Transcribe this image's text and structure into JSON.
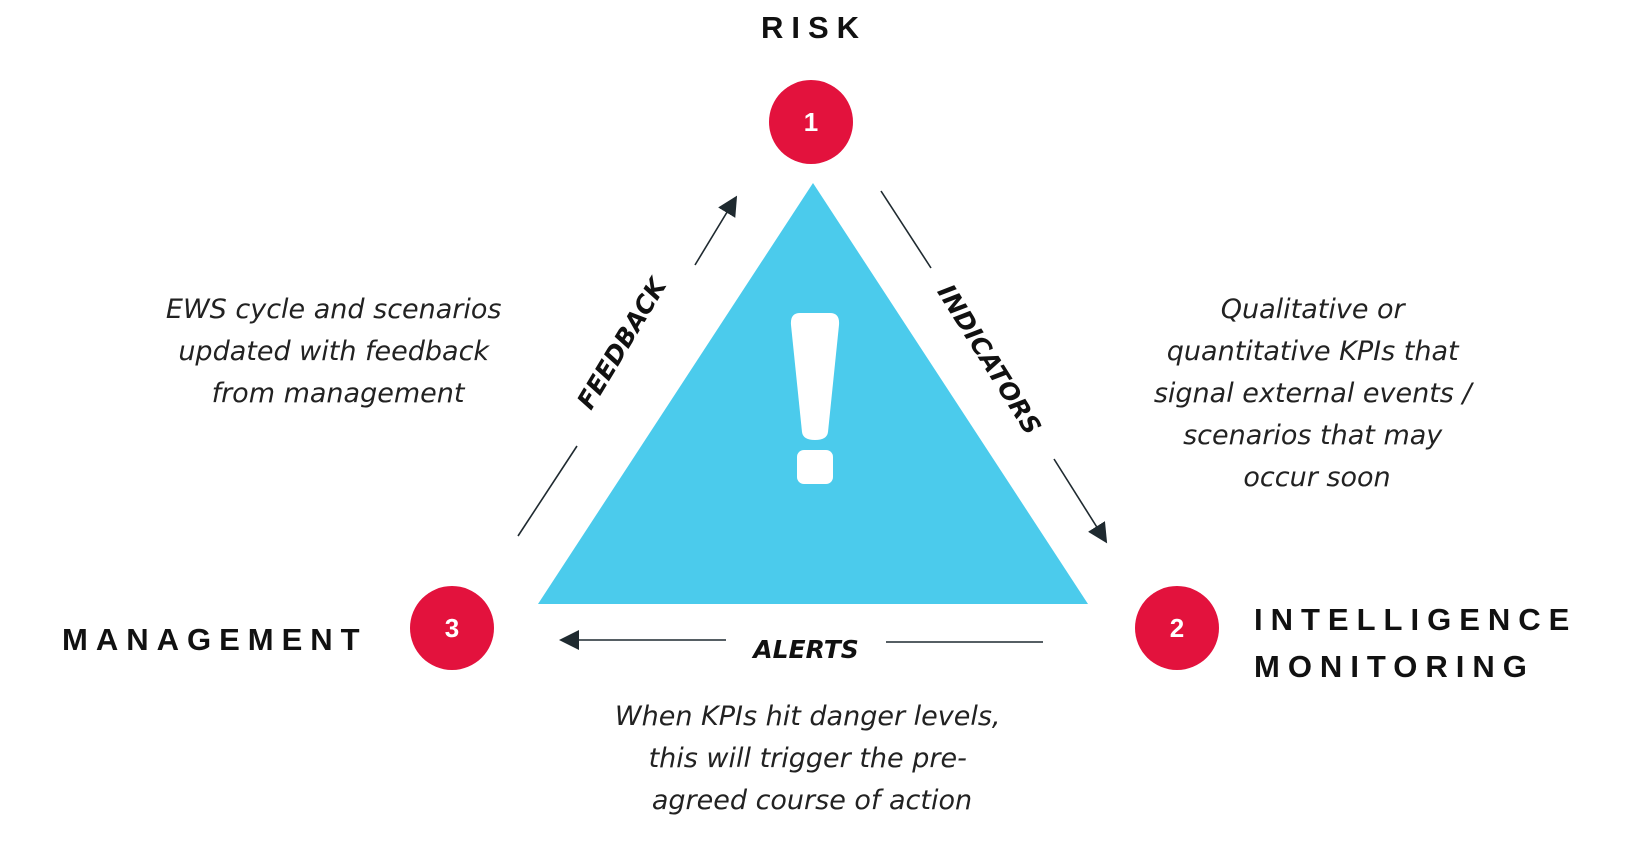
{
  "colors": {
    "triangle": "#4bcbec",
    "node_circle": "#e3123d",
    "arrow": "#1f2a30",
    "text": "#111111"
  },
  "center_icon": "exclamation-icon",
  "nodes": {
    "risk": {
      "number": "1",
      "title": "RISK"
    },
    "intelligence": {
      "number": "2",
      "title_line1": "INTELLIGENCE",
      "title_line2": "MONITORING"
    },
    "management": {
      "number": "3",
      "title": "MANAGEMENT"
    }
  },
  "edges": {
    "feedback": "FEEDBACK",
    "indicators": "INDICATORS",
    "alerts": "ALERTS"
  },
  "descriptions": {
    "feedback": [
      "EWS cycle and scenarios",
      "updated with feedback",
      "from management"
    ],
    "indicators": [
      "Qualitative or",
      "quantitative KPIs that",
      "signal external events /",
      "scenarios that may",
      "occur soon"
    ],
    "alerts": [
      "When KPIs hit danger levels,",
      "this will trigger the pre-",
      "agreed course of action"
    ]
  }
}
